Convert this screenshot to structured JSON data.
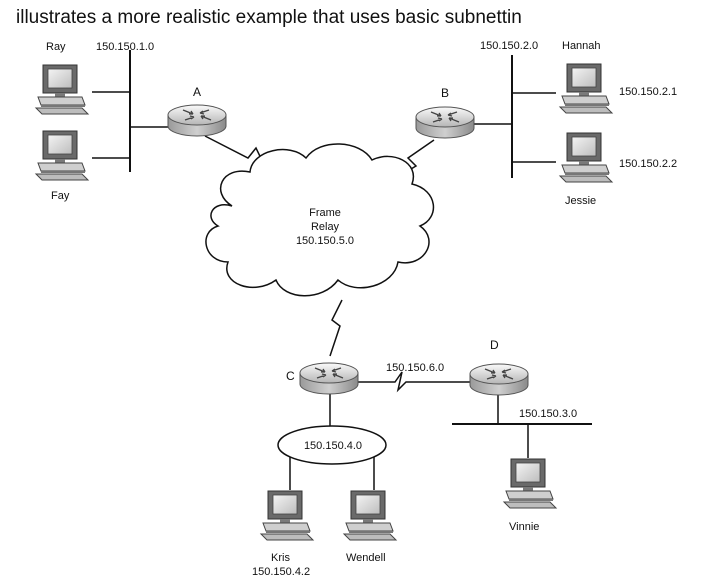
{
  "caption": "illustrates a more realistic example that uses basic subnettin",
  "hosts": {
    "ray": "Ray",
    "fay": "Fay",
    "hannah": "Hannah",
    "jessie": "Jessie",
    "kris": "Kris",
    "wendell": "Wendell",
    "vinnie": "Vinnie"
  },
  "routers": {
    "a": "A",
    "b": "B",
    "c": "C",
    "d": "D"
  },
  "subnets": {
    "net1": "150.150.1.0",
    "net2": "150.150.2.0",
    "net3": "150.150.3.0",
    "net4": "150.150.4.0",
    "net6": "150.150.6.0"
  },
  "addresses": {
    "hannah": "150.150.2.1",
    "jessie": "150.150.2.2",
    "kris": "150.150.4.2"
  },
  "frame_relay": {
    "line1": "Frame",
    "line2": "Relay",
    "line3": "150.150.5.0"
  }
}
